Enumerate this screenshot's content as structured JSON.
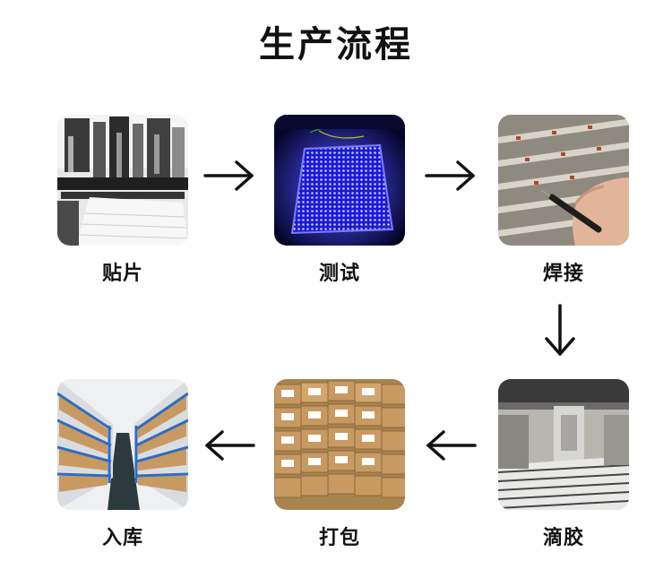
{
  "title": "生产流程",
  "steps": [
    {
      "label": "贴片",
      "image": "pick-and-place-machine"
    },
    {
      "label": "测试",
      "image": "blue-led-panel-test"
    },
    {
      "label": "焊接",
      "image": "hand-soldering-led-strip"
    },
    {
      "label": "滴胶",
      "image": "glue-dispensing-machine"
    },
    {
      "label": "打包",
      "image": "cardboard-boxes-packing"
    },
    {
      "label": "入库",
      "image": "warehouse-shelves"
    }
  ],
  "arrows": [
    "arrow-right",
    "arrow-right",
    "arrow-down",
    "arrow-left",
    "arrow-left"
  ],
  "colors": {
    "text": "#111111",
    "led_blue": "#2a2cff",
    "box_brown": "#c89a62",
    "shelf_blue": "#2f6cc0"
  }
}
